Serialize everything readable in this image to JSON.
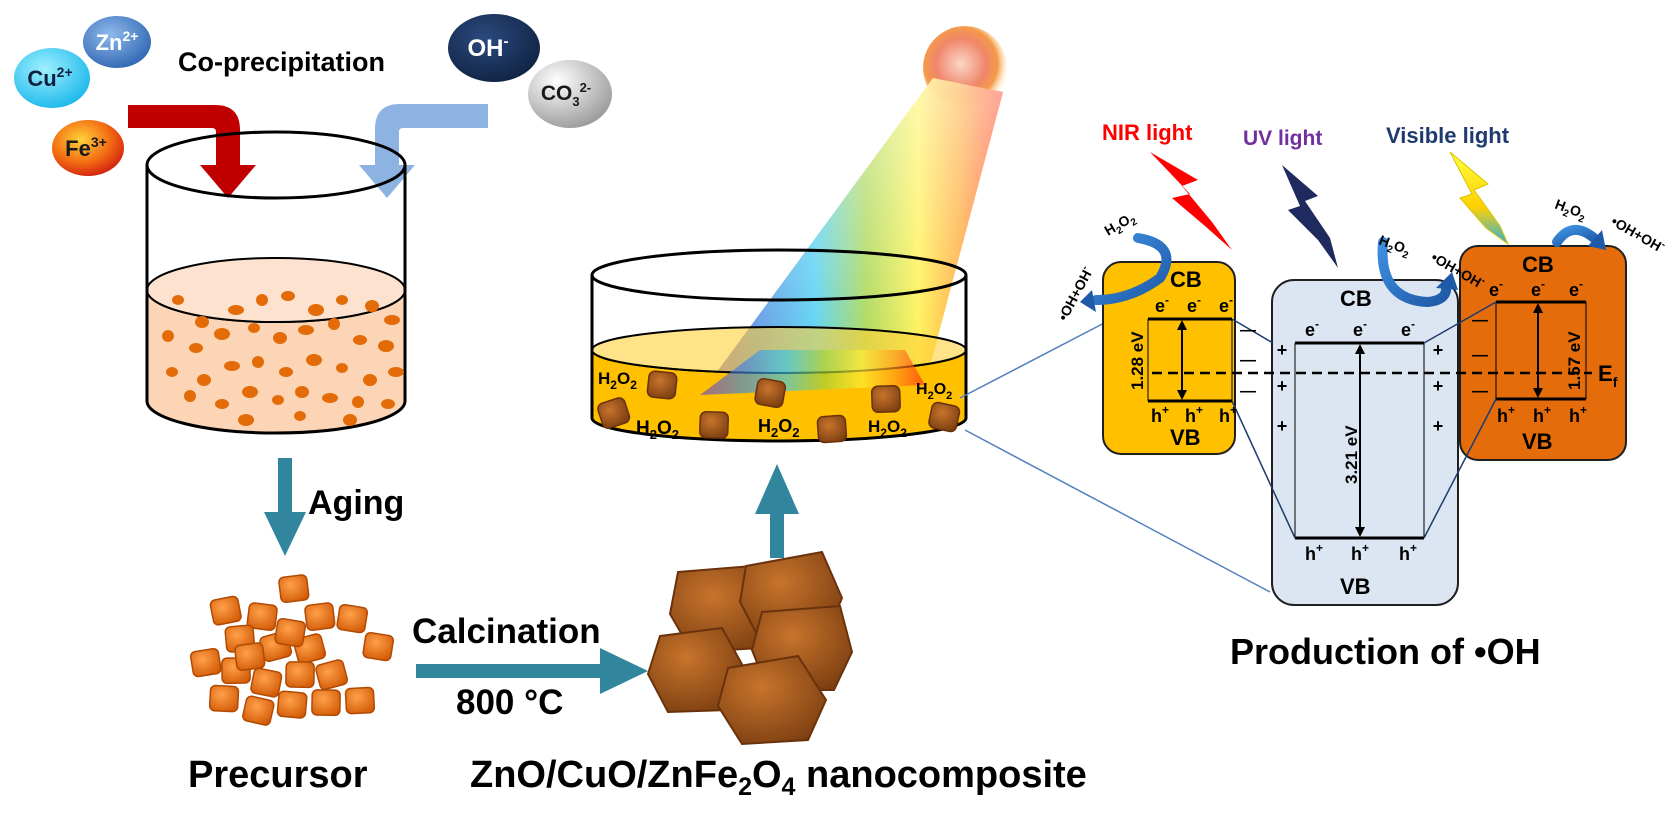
{
  "ions": {
    "cu": {
      "base": "Cu",
      "charge": "2+",
      "color": "#29c4f0"
    },
    "zn": {
      "base": "Zn",
      "charge": "2+",
      "color": "#3a78c4"
    },
    "fe": {
      "base": "Fe",
      "charge": "3+",
      "color": "#e23a12"
    },
    "oh": {
      "base": "OH",
      "charge": "-",
      "color": "#152d55"
    },
    "co3": {
      "base": "CO",
      "sub": "3",
      "charge": "2-",
      "color": "#bdbdbd"
    }
  },
  "labels": {
    "coprecipitation": "Co-precipitation",
    "aging": "Aging",
    "precursor": "Precursor",
    "calcination": "Calcination",
    "temperature": "800 °C",
    "product_pre": "ZnO/CuO/ZnFe",
    "product_sub1": "2",
    "product_mid": "O",
    "product_sub2": "4",
    "product_post": " nanocomposite",
    "production": "Production of •OH",
    "h2o2_base": "H",
    "h2o2_sub": "2",
    "h2o2_o": "O"
  },
  "lights": {
    "nir": {
      "label": "NIR light",
      "color": "#ff0000"
    },
    "uv": {
      "label": "UV light",
      "color": "#7030a0"
    },
    "visible": {
      "label": "Visible light",
      "color": "#1f3a6e"
    }
  },
  "bands": {
    "cb": "CB",
    "vb": "VB",
    "electron": "e",
    "hole": "h",
    "ef": "E",
    "ef_sub": "f",
    "oh_product": "•OH+OH",
    "gap_left": "1.28 eV",
    "gap_middle": "3.21 eV",
    "gap_right": "1.57 eV",
    "plus": "+",
    "minus": "—"
  },
  "colors": {
    "arrow_teal": "#31859c",
    "arrow_red": "#c00000",
    "arrow_blue": "#8db3e2",
    "liquid_peach": "#fbd5b5",
    "particle_orange": "#e36c09",
    "liquid_yellow": "#ffc000",
    "box_yellow": "#ffc000",
    "box_blue": "#dce6f2",
    "box_orange": "#e46c0a",
    "nanocube_brown": "#a0521a"
  }
}
